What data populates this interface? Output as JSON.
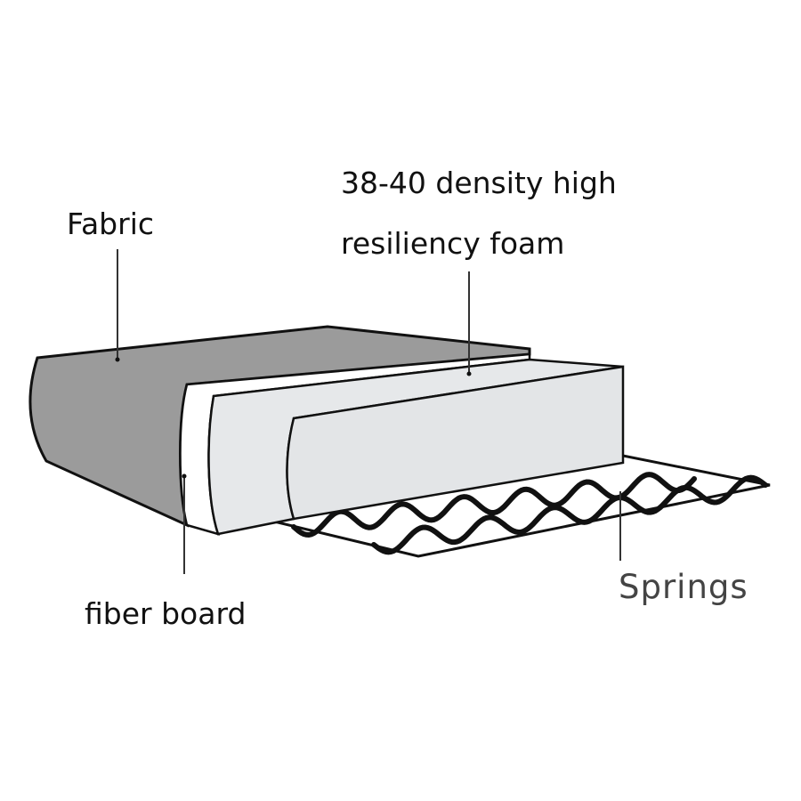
{
  "labels": {
    "fabric": "Fabric",
    "foam_line1": "38-40 density high",
    "foam_line2": "resiliency foam",
    "fiber_board": "fiber board",
    "springs": "Springs"
  },
  "colors": {
    "fabric": "#9b9b9b",
    "foam": "#e3e5e7",
    "outline": "#111111"
  }
}
